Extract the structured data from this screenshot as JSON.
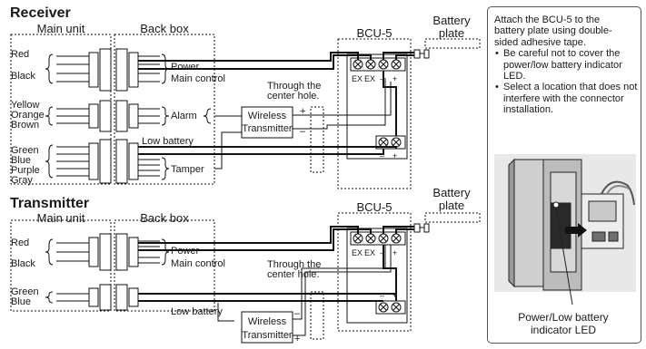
{
  "receiver": {
    "title": "Receiver",
    "main_unit": "Main unit",
    "back_box": "Back box",
    "bcu": "BCU-5",
    "battery_plate": [
      "Battery",
      "plate"
    ],
    "wires": [
      "Red",
      "Black",
      "Yellow",
      "Orange",
      "Brown",
      "Green",
      "Blue",
      "Purple",
      "Gray"
    ],
    "labels": {
      "power": "Power",
      "main_control": "Main control",
      "alarm": "Alarm",
      "low_battery": "Low battery",
      "tamper": "Tamper",
      "through_hole": [
        "Through the",
        "center hole."
      ],
      "wireless": "Wireless",
      "transmitter": "Transmitter"
    },
    "terminals": {
      "ex1": "EX",
      "ex2": "EX",
      "minus": "–",
      "plus": "+"
    },
    "lower_terminals": {
      "minus": "–",
      "plus": "+"
    },
    "tx_polarity": {
      "plus": "+",
      "minus": "–"
    }
  },
  "transmitter": {
    "title": "Transmitter",
    "main_unit": "Main unit",
    "back_box": "Back box",
    "bcu": "BCU-5",
    "battery_plate": [
      "Battery",
      "plate"
    ],
    "wires": [
      "Red",
      "Black",
      "Green",
      "Blue"
    ],
    "labels": {
      "power": "Power",
      "main_control": "Main control",
      "low_battery": "Low battery",
      "through_hole": [
        "Through the",
        "center hole."
      ],
      "wireless": "Wireless",
      "transmitter": "Transmitter"
    },
    "terminals": {
      "ex1": "EX",
      "ex2": "EX",
      "minus": "–",
      "plus": "+"
    },
    "lower_terminals": {
      "minus": "–",
      "plus": "+"
    },
    "tx_polarity": {
      "minus": "–",
      "plus": "+"
    }
  },
  "note": {
    "intro": "Attach the BCU-5 to the battery plate using double-sided adhesive tape.",
    "bullets": [
      "Be careful not to cover the power/low battery indicator LED.",
      "Select a location that does not interfere with the connector installation."
    ],
    "photo_label": [
      "Power/Low battery",
      "indicator LED"
    ]
  }
}
